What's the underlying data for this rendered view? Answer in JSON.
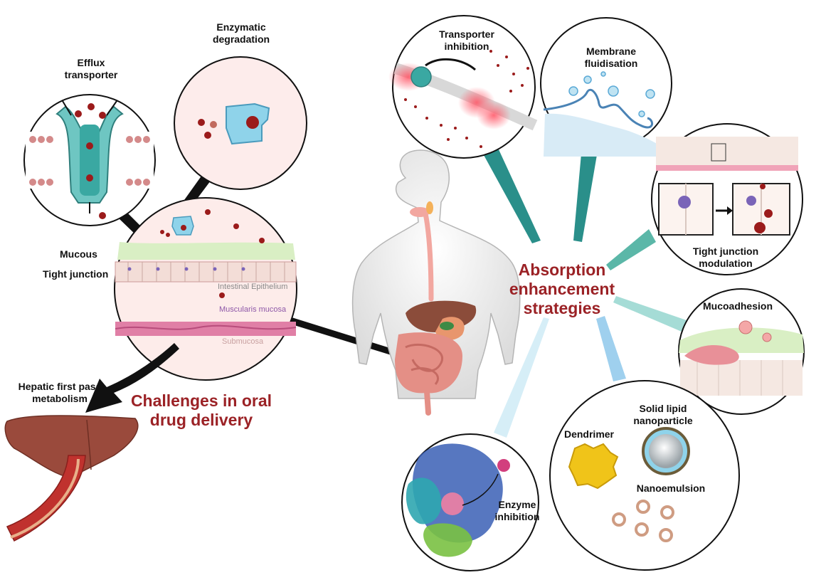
{
  "center": {
    "title_lines": [
      "Absorption",
      "enhancement",
      "strategies"
    ],
    "color": "#9b2226"
  },
  "challenges": {
    "title_lines": [
      "Challenges in oral",
      "drug delivery"
    ],
    "color": "#9b2226"
  },
  "labels": {
    "efflux_transporter": [
      "Efflux",
      "transporter"
    ],
    "enzymatic_degradation": [
      "Enzymatic",
      "degradation"
    ],
    "mucous": "Mucous",
    "tight_junction": "Tight junction",
    "hepatic_first_pass": [
      "Hepatic first pass",
      "metabolism"
    ],
    "transporter_inhibition": [
      "Transporter",
      "inhibition"
    ],
    "membrane_fluidisation": [
      "Membrane",
      "fluidisation"
    ],
    "tight_junction_modulation": [
      "Tight junction",
      "modulation"
    ],
    "mucoadhesion": "Mucoadhesion",
    "dendrimer": "Dendrimer",
    "solid_lipid_nanoparticle": [
      "Solid lipid",
      "nanoparticle"
    ],
    "nanoemulsion": "Nanoemulsion",
    "enzyme_inhibition": [
      "Enzyme",
      "inhibition"
    ]
  },
  "layers": {
    "intestinal_epithelium": "Intestinal Epithelium",
    "muscularis_mucosa": "Muscularis mucosa",
    "submucosa": "Submucosa"
  },
  "colors": {
    "teal_connector": "#2a8f8a",
    "light_blue_connector": "#bfe3f2",
    "drug_particle": "#9b1b1b",
    "liver": "#9a4a3c",
    "membrane_pink": "#f7e3e3"
  }
}
